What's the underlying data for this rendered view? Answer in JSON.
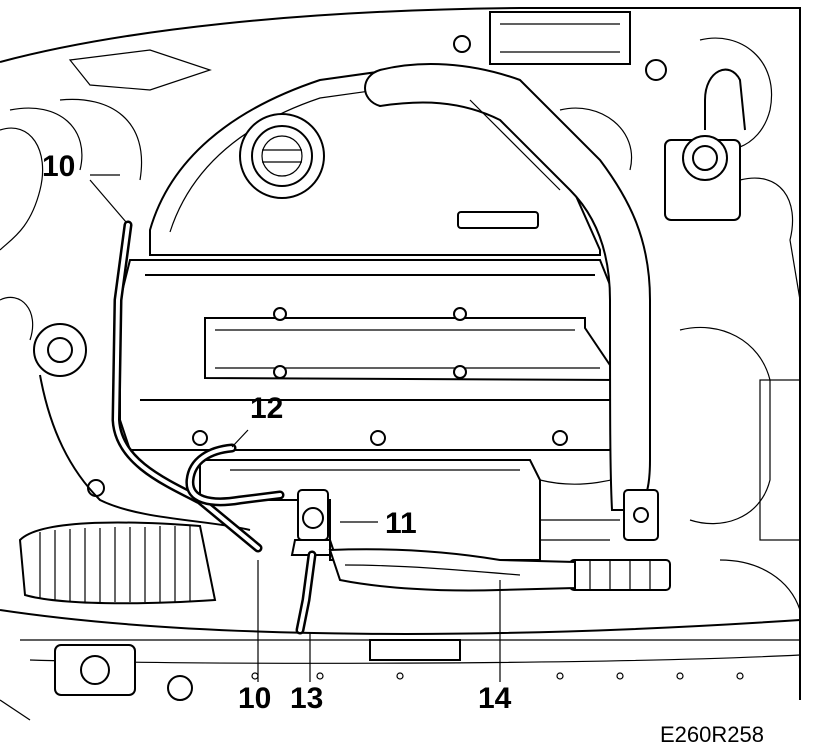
{
  "figure": {
    "id": "E260R258",
    "callouts": [
      {
        "key": "10a",
        "label": "10"
      },
      {
        "key": "12",
        "label": "12"
      },
      {
        "key": "11",
        "label": "11"
      },
      {
        "key": "10b",
        "label": "10"
      },
      {
        "key": "13",
        "label": "13"
      },
      {
        "key": "14",
        "label": "14"
      }
    ]
  }
}
